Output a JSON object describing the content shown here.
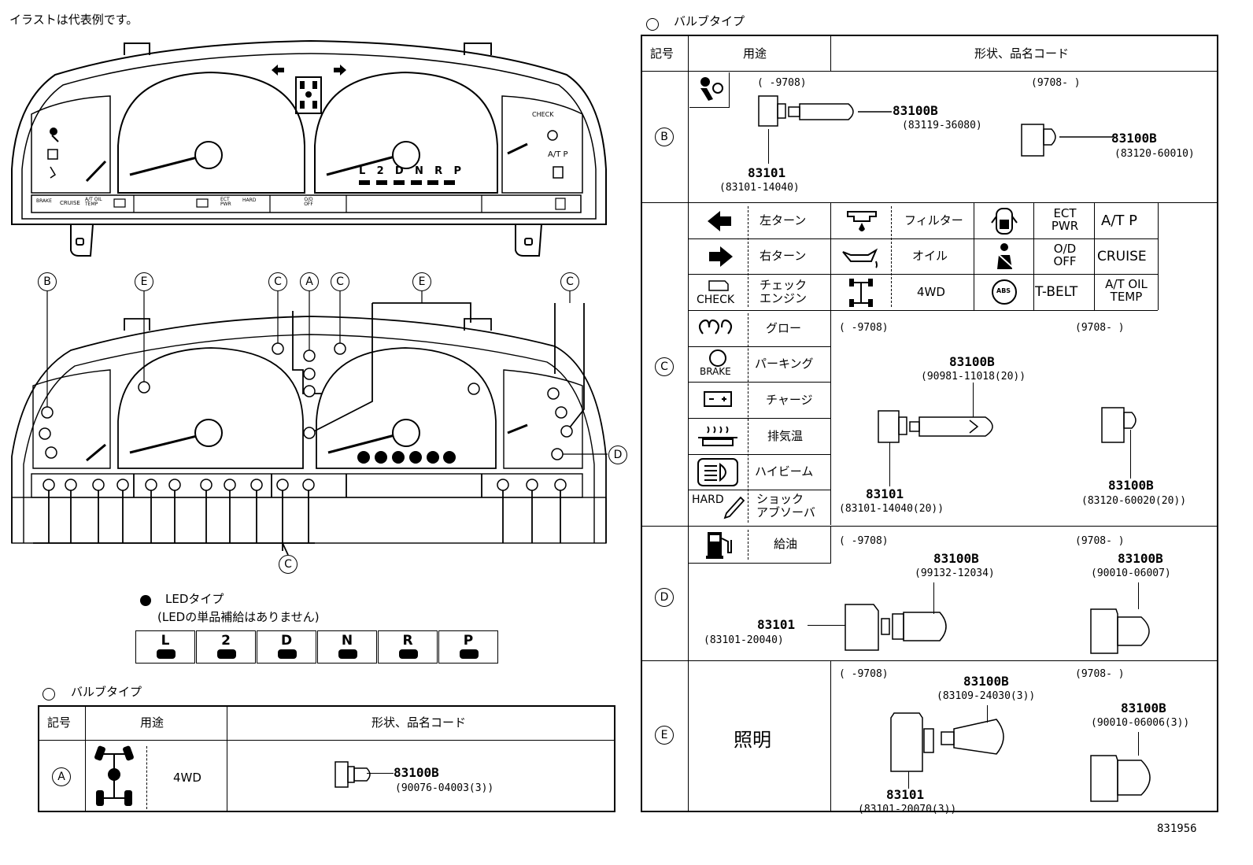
{
  "note": "イラストは代表例です。",
  "doc_id": "831956",
  "cluster_top": {
    "arrow_left": "left-turn-arrow-icon",
    "arrow_right": "right-turn-arrow-icon",
    "gear_labels": [
      "L",
      "2",
      "D",
      "N",
      "R",
      "P"
    ],
    "check_label": "CHECK",
    "at_p_label": "A/T P",
    "strip_labels": [
      "BRAKE",
      "CRUISE",
      "A/T OIL TEMP",
      "ECT PWR",
      "HARD",
      "O/D OFF"
    ]
  },
  "callouts": {
    "top_row": [
      "B",
      "E",
      "C",
      "A",
      "C",
      "E",
      "C"
    ],
    "side_d": "D",
    "bottom_c": "C"
  },
  "led": {
    "title": "LEDタイプ",
    "subtitle": "(LEDの単品補給はありません)",
    "cells": [
      "L",
      "2",
      "D",
      "N",
      "R",
      "P"
    ]
  },
  "left_table": {
    "heading": "バルブタイプ",
    "headers": [
      "記号",
      "用途",
      "形状、品名コード"
    ],
    "row_a": {
      "symbol": "A",
      "use": "4WD",
      "part": "83100B",
      "code": "(90076-04003(3))"
    }
  },
  "right_table": {
    "heading": "バルブタイプ",
    "headers": [
      "記号",
      "用途",
      "形状、品名コード"
    ],
    "row_b": {
      "symbol": "B",
      "range_left": "(      -9708)",
      "range_right": "(9708-      )",
      "socket": "83101",
      "socket_code": "(83101-14040)",
      "bulb_left": "83100B",
      "bulb_left_code": "(83119-36080)",
      "bulb_right": "83100B",
      "bulb_right_code": "(83120-60010)"
    },
    "row_c": {
      "symbol": "C",
      "col1": [
        {
          "icon": "left-arrow-icon",
          "label": "左ターン"
        },
        {
          "icon": "right-arrow-icon",
          "label": "右ターン"
        },
        {
          "icon": "check-engine-icon",
          "icon_text": "CHECK",
          "label": "チェック\nエンジン"
        }
      ],
      "col2": [
        {
          "icon": "filter-icon",
          "label": "フィルター"
        },
        {
          "icon": "oil-can-icon",
          "label": "オイル"
        },
        {
          "icon": "4wd-icon",
          "label": "4WD"
        }
      ],
      "col3": [
        {
          "icon": "door-open-icon",
          "text": "ECT\nPWR",
          "text2": "A/T P"
        },
        {
          "icon": "seatbelt-icon",
          "text": "O/D\nOFF",
          "text2": "CRUISE"
        },
        {
          "icon": "abs-icon",
          "icon_text": "ABS",
          "text": "T-BELT",
          "text2": "A/T OIL\nTEMP"
        }
      ],
      "col_lower": [
        {
          "icon": "glow-plug-icon",
          "label": "グロー"
        },
        {
          "icon": "brake-icon",
          "icon_text": "BRAKE",
          "label": "パーキング"
        },
        {
          "icon": "battery-icon",
          "label": "チャージ"
        },
        {
          "icon": "exhaust-temp-icon",
          "label": "排気温"
        },
        {
          "icon": "high-beam-icon",
          "label": "ハイビーム"
        },
        {
          "icon": "shock-absorber-icon",
          "icon_text": "HARD",
          "label": "ショック\nアブソーバ"
        }
      ],
      "range_left": "(      -9708)",
      "range_right": "(9708-      )",
      "bulb_left": "83100B",
      "bulb_left_code": "(90981-11018(20))",
      "socket": "83101",
      "socket_code": "(83101-14040(20))",
      "bulb_right": "83100B",
      "bulb_right_code": "(83120-60020(20))"
    },
    "row_d": {
      "symbol": "D",
      "use": "給油",
      "range_left": "(      -9708)",
      "range_right": "(9708-      )",
      "bulb_left": "83100B",
      "bulb_left_code": "(99132-12034)",
      "socket": "83101",
      "socket_code": "(83101-20040)",
      "bulb_right": "83100B",
      "bulb_right_code": "(90010-06007)"
    },
    "row_e": {
      "symbol": "E",
      "use": "照明",
      "range_left": "(      -9708)",
      "range_right": "(9708-      )",
      "bulb_left": "83100B",
      "bulb_left_code": "(83109-24030(3))",
      "socket": "83101",
      "socket_code": "(83101-20070(3))",
      "bulb_right": "83100B",
      "bulb_right_code": "(90010-06006(3))"
    }
  }
}
